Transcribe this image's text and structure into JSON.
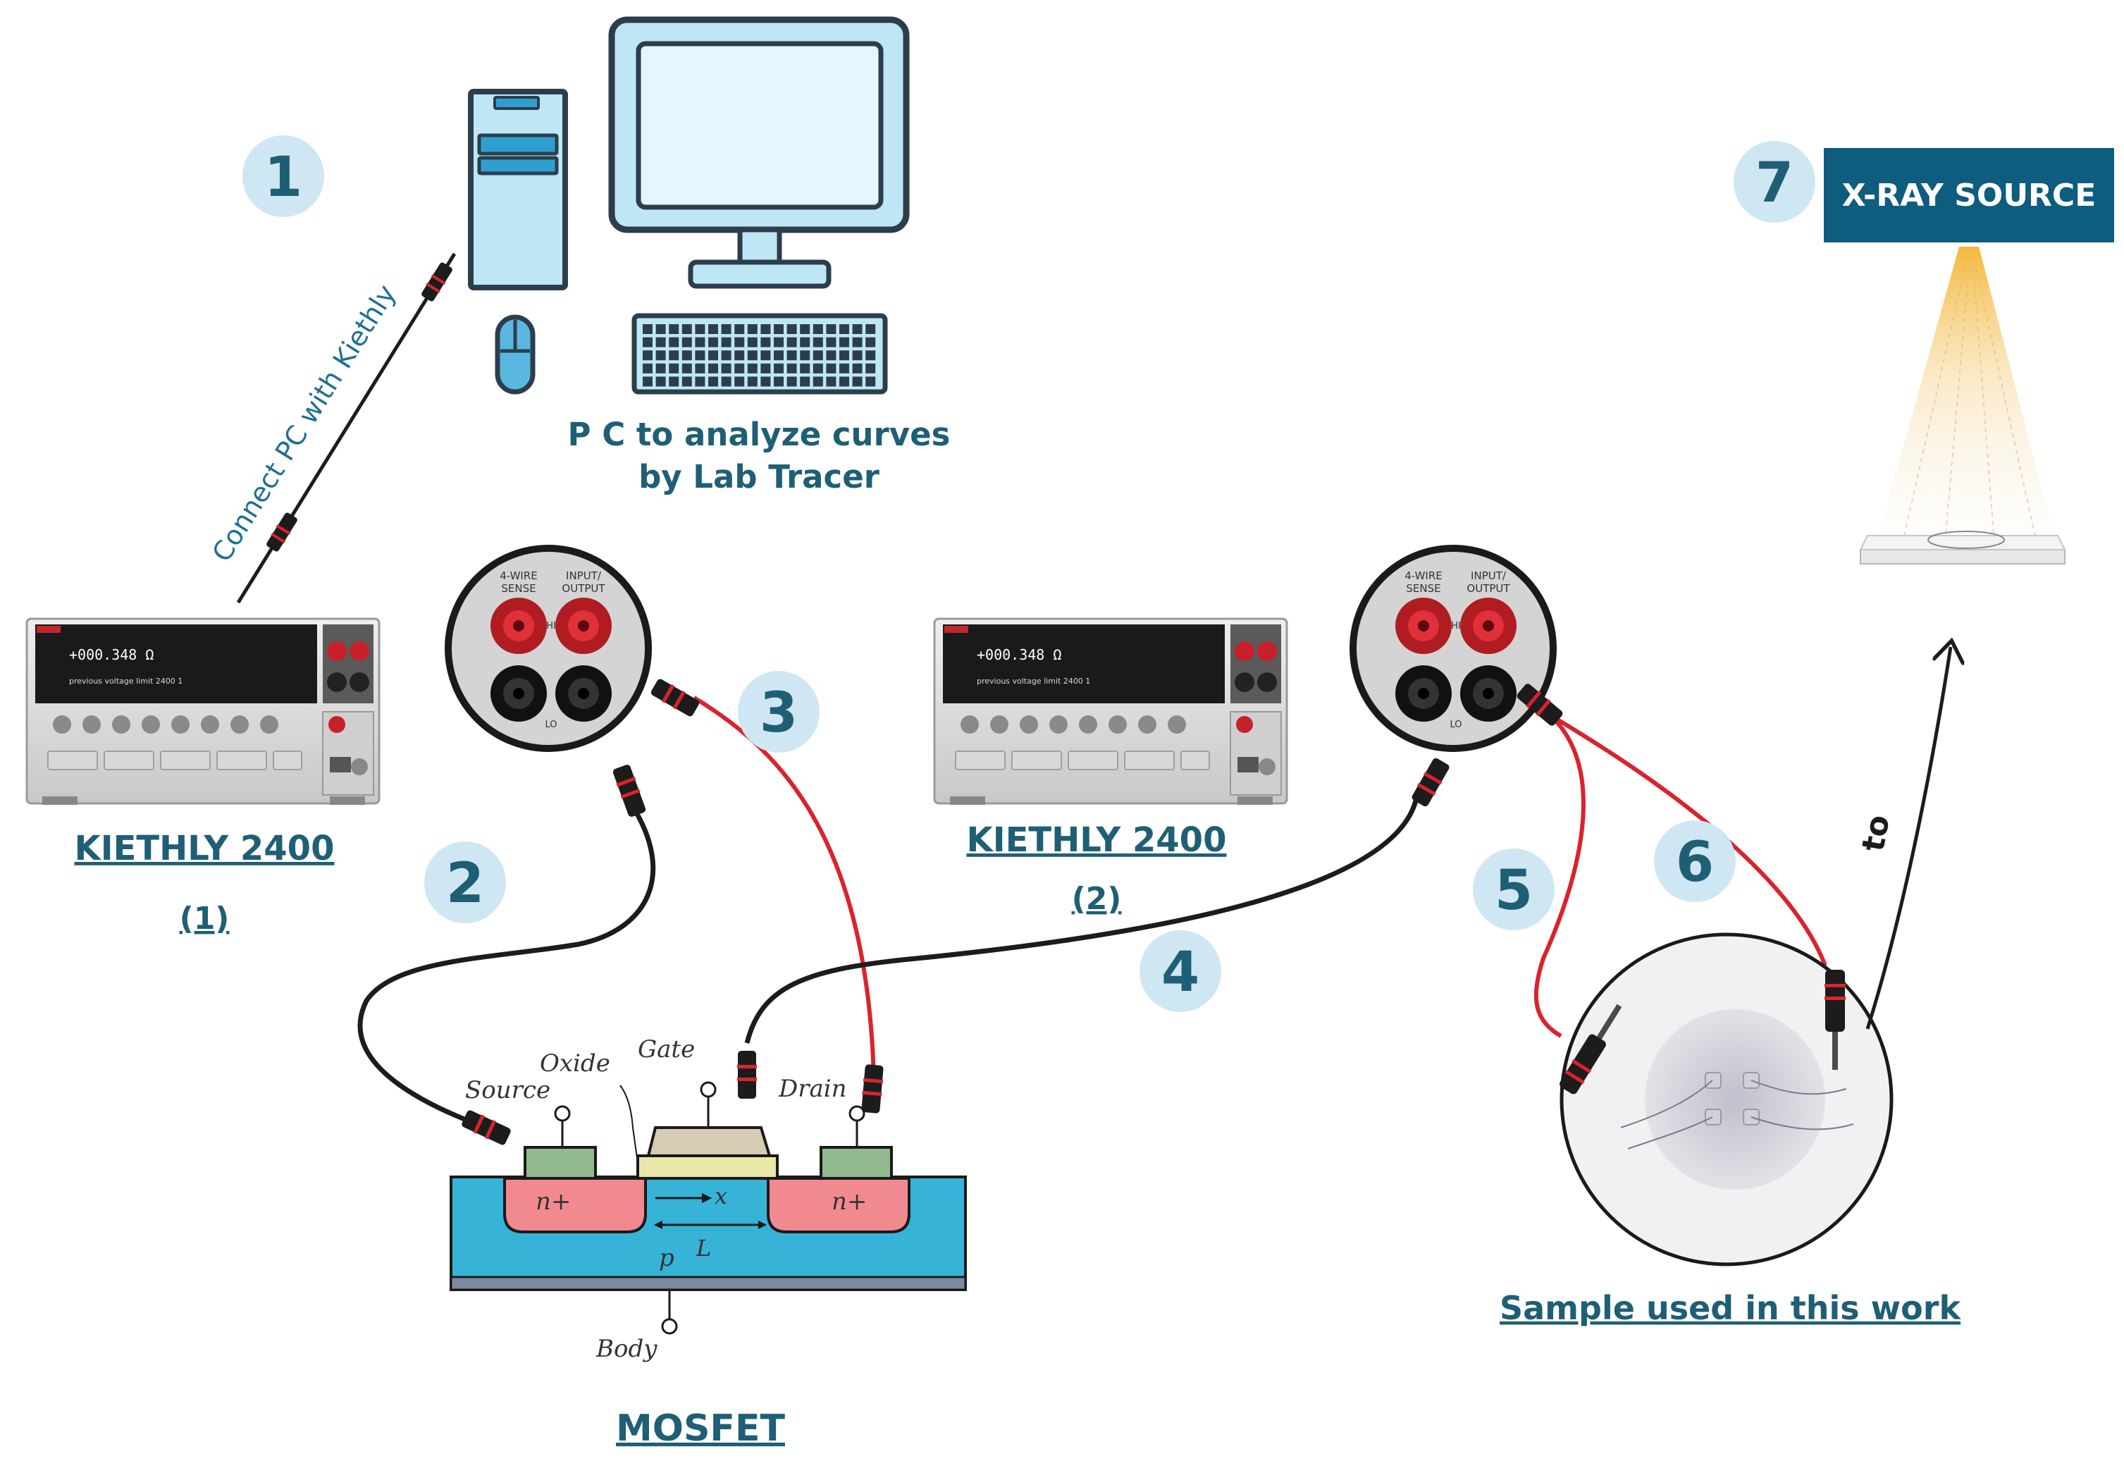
{
  "labels": {
    "pc_caption_line1": "P C to analyze curves",
    "pc_caption_line2": "by Lab Tracer",
    "cable_label": "Connect PC with Kiethly",
    "keithly1_name": "KIETHLY 2400",
    "keithly1_index": "(1)",
    "keithly2_name": "KIETHLY 2400",
    "keithly2_index": "(2)",
    "xray_source": "X-RAY SOURCE",
    "sample_caption": "Sample used in this work",
    "mosfet_caption": "MOSFET",
    "to_label": "to"
  },
  "mosfet": {
    "source": "Source",
    "oxide": "Oxide",
    "gate": "Gate",
    "drain": "Drain",
    "body": "Body",
    "n_left": "n+",
    "n_right": "n+",
    "x_label": "x",
    "p_label": "p",
    "l_label": "L"
  },
  "panel": {
    "sense_line1": "4-WIRE",
    "sense_line2": "SENSE",
    "io_line1": "INPUT/",
    "io_line2": "OUTPUT",
    "hi": "HI",
    "lo": "LO"
  },
  "instrument": {
    "display_line1": "+000.348 Ω",
    "display_line2": "previous voltage  limit 2400 1"
  },
  "steps": [
    "1",
    "2",
    "3",
    "4",
    "5",
    "6",
    "7"
  ],
  "colors": {
    "accent_blue": "#1f5f75",
    "badge_bg": "#cfe7f3",
    "xray_box": "#0e5c7e",
    "pc_fill": "#bfe6f4",
    "pc_stroke": "#2c3e4c",
    "cable_red": "#d9232e",
    "cable_black": "#1c1c1c",
    "substrate": "#36b3d6",
    "n_region": "#f08a8f",
    "contact": "#93b98f",
    "oxide": "#e9e7a8",
    "gate": "#d6ccb4",
    "beam": "#f4b431"
  }
}
